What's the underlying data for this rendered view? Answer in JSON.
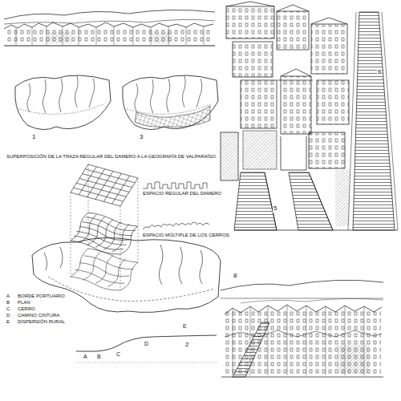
{
  "diagram": {
    "labels": [
      "SUPERPOSICIÓN DE LA TRAZA REGULAR DEL DAMERO A LA GEOGRAFÍA DE VALPARAÍSO.",
      "1",
      "3",
      "ESPACIO REGULAR DEL DAMERO",
      "ESPACIO MÚLTIPLE DE LOS CERROS",
      "A",
      "BORDE PORTUARIO",
      "B",
      "PLAN",
      "C",
      "CERRO",
      "D",
      "CAMINO CINTURA",
      "E",
      "DISPERSIÓN RURAL",
      "A",
      "B",
      "C",
      "D",
      "E",
      "2",
      "6",
      "5",
      "8"
    ]
  }
}
